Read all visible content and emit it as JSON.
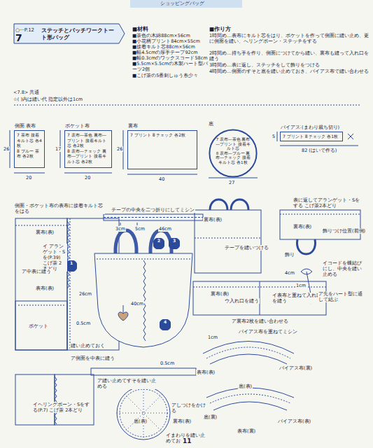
{
  "diagram": {
    "title": "ステッチとパッチワークトート形バッグ",
    "nodes": [
      {
        "text": [
          "○···P.12",
          "7"
        ]
      },
      {
        "text": [
          "側面 表布",
          "7 茶布 接着キルト芯 各4枚",
          "8 ブルー 茶布 各2枚"
        ]
      },
      {
        "text": [
          "ポケット布",
          "7 表布―茶色 裏布―プリント 接着キルト芯 各2枚",
          "8 表布―チェック 裏布―プリント 接着キルト芯 各2枚"
        ]
      },
      {
        "text": [
          "裏布",
          "7 プリント 8 チェック 各2枚"
        ]
      },
      {
        "text": [
          "底",
          "7 表布―茶色 裏布―プリント 接着キルト芯",
          "8 表布―ブルー 裏布―チェック 接着キルト芯 各1枚"
        ]
      },
      {
        "text": [
          "バイアス布",
          "7 プリント 8 チェック 各1枚"
        ]
      },
      {
        "text": [
          "1"
        ]
      },
      {
        "text": [
          "2"
        ]
      },
      {
        "text": [
          "3"
        ]
      },
      {
        "text": [
          "4"
        ]
      }
    ],
    "labels": [
      "ショッピングバッグ",
      "■材料",
      "■茶色の木綿88cm×56cm",
      "■小花柄プリント84cm×55cm",
      "■接着キルト芯88cm×56cm",
      "■幅4.5cmの厚手テープ92cm",
      "■幅0.3cmのワックスコード58cm",
      "■5.5cm×5.5cmの木製ハート型パーツ2個",
      "■こげ茶の5番刺しゅう糸少々",
      "■作り方",
      "1時間め…表布にキルト芯をはり、ポケットを作って側面に縫い止め、更に側面を縫い、へリングボーン・ステッチをする",
      "2時間め…持ち手を作り、側面につけてから縫い、裏布も縫って入れ口を縫う",
      "3時間め…表に返し、ステッチをして飾りをつける",
      "4時間め…側面のすそと底を縫い止めておき、バイアス布で縫い合わせる",
      "<7.8> 共通",
      "☆( )内は縫い代 指定以外は1cm",
      "26",
      "20",
      "17",
      "20",
      "26",
      "40",
      "27",
      "(まわり裁ち切り)",
      "5",
      "82 (はいで作る)",
      "側面・ポケット布の表布に接着キルト芯をはる",
      "裏布(表)",
      "イ アランゲット・S を(P.39) こげ茶 2本どり",
      "ア中表に縫う",
      "表布(表)",
      "ポケット",
      "0.5cm",
      "縫い止めておく",
      "ア側面を中表に縫う",
      "イヘリングボーン・Sをする(P.7) こげ茶 2本どり",
      "テープの中央を二つ折りにしてミシン",
      "3cm",
      "5cm",
      "46cm",
      "26cm",
      "40cm",
      "0.5cm",
      "ア縫い止めてすそを縫い止める",
      "底(表)",
      "アしつけをかける",
      "裏布(表)",
      "イまわりを縫い止めておく",
      "裏布(表)",
      "テープを縫いつける",
      "裏布(表)",
      "ウ入れ口を縫う",
      "イ表布と重ねて入れ口を縫う",
      "ア裏布2枚を縫い合わせる",
      "表に返してアランゲット・Sをする こげ茶2本どり",
      "裏布(表)",
      "飾りつけ位置(前側)",
      "飾り",
      "イコードを蝶結びにし、中央を縫い止める",
      "4cm",
      "1cm",
      "ア先をハート型に通して結ぶ",
      "1cm",
      "バイアス布を重ねてミシン",
      "表布(表)",
      "バイアス布(裏)",
      "底(表)",
      "底(裏)",
      "バイアス布(表)",
      "表布(裏)",
      "11"
    ]
  }
}
